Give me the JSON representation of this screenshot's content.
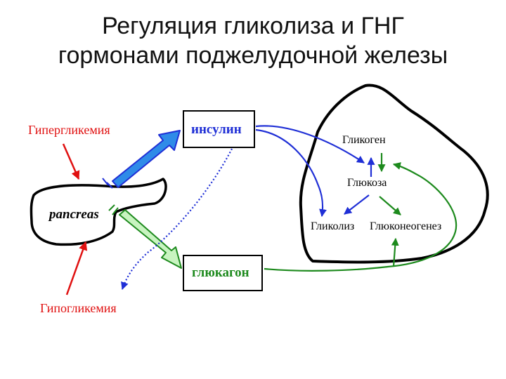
{
  "title": {
    "line1": "Регуляция гликолиза и ГНГ",
    "line2": "гормонами поджелудочной железы"
  },
  "labels": {
    "hyperglycemia": "Гипергликемия",
    "hypoglycemia": "Гипогликемия",
    "pancreas": "pancreas",
    "insulin": "инсулин",
    "glucagon": "глюкагон",
    "glycogen": "Гликоген",
    "glucose": "Глюкоза",
    "glycolysis": "Гликолиз",
    "gluconeogenesis": "Глюконеогенез"
  },
  "colors": {
    "black": "#000000",
    "red": "#e01010",
    "blue": "#1f2fd6",
    "blue_fill": "#2f8be8",
    "green": "#1d8a1d",
    "green_fill": "#c8f4c0"
  }
}
